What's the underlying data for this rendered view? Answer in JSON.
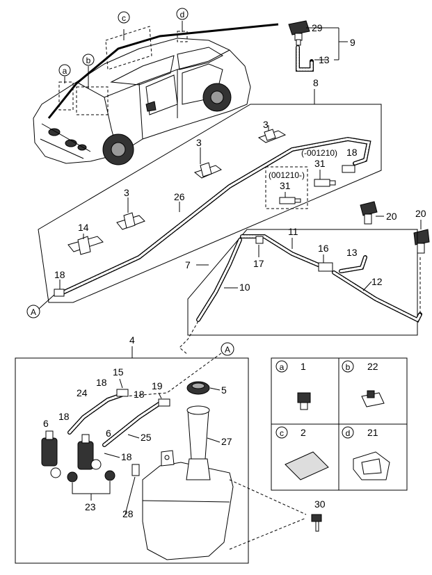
{
  "callouts": {
    "a": "a",
    "b": "b",
    "c": "c",
    "d": "d",
    "A": "A"
  },
  "labels": {
    "n29": "29",
    "n9": "9",
    "n13a": "13",
    "n8": "8",
    "n3a": "3",
    "n3b": "3",
    "n3c": "3",
    "n001210b": "(-001210)",
    "n18a": "18",
    "n31a": "31",
    "n001210": "(001210-)",
    "n31b": "31",
    "n26": "26",
    "n14": "14",
    "n20a": "20",
    "n20b": "20",
    "n18b": "18",
    "n11": "11",
    "n7": "7",
    "n17": "17",
    "n16": "16",
    "n13b": "13",
    "n12": "12",
    "n10": "10",
    "n4": "4",
    "n15": "15",
    "n18c": "18",
    "n5": "5",
    "n24": "24",
    "n19": "19",
    "n18d": "18",
    "n18e": "18",
    "n6a": "6",
    "n6b": "6",
    "n25": "25",
    "n27": "27",
    "n18f": "18",
    "n23": "23",
    "n28": "28",
    "n30": "30"
  },
  "legend": {
    "cells": [
      {
        "key": "a",
        "num": "1"
      },
      {
        "key": "b",
        "num": "22"
      },
      {
        "key": "c",
        "num": "2"
      },
      {
        "key": "d",
        "num": "21"
      }
    ]
  }
}
